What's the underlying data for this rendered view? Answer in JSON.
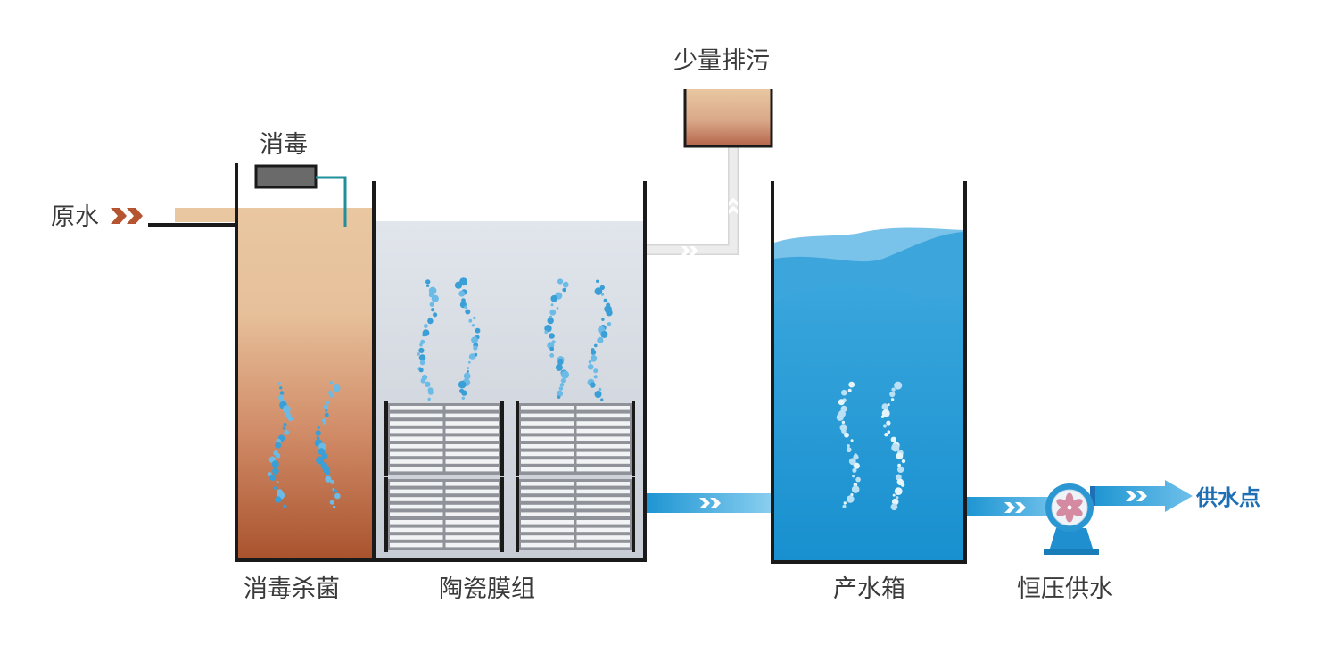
{
  "labels": {
    "raw_water": "原水",
    "disinfect": "消毒",
    "sludge_discharge": "少量排污",
    "tank_disinfection": "消毒杀菌",
    "tank_ceramic": "陶瓷膜组",
    "tank_product": "产水箱",
    "pump": "恒压供水",
    "supply_point": "供水点"
  },
  "colors": {
    "raw_arrow": "#b5552f",
    "water_blue": "#2f9fd8",
    "outline": "#1a1a1a",
    "supply_text": "#1f6fb5",
    "pipe_gray": "#e4e4e4"
  },
  "icons": [
    "double-chevron-icon",
    "fan-impeller-icon",
    "bubble-icon"
  ]
}
